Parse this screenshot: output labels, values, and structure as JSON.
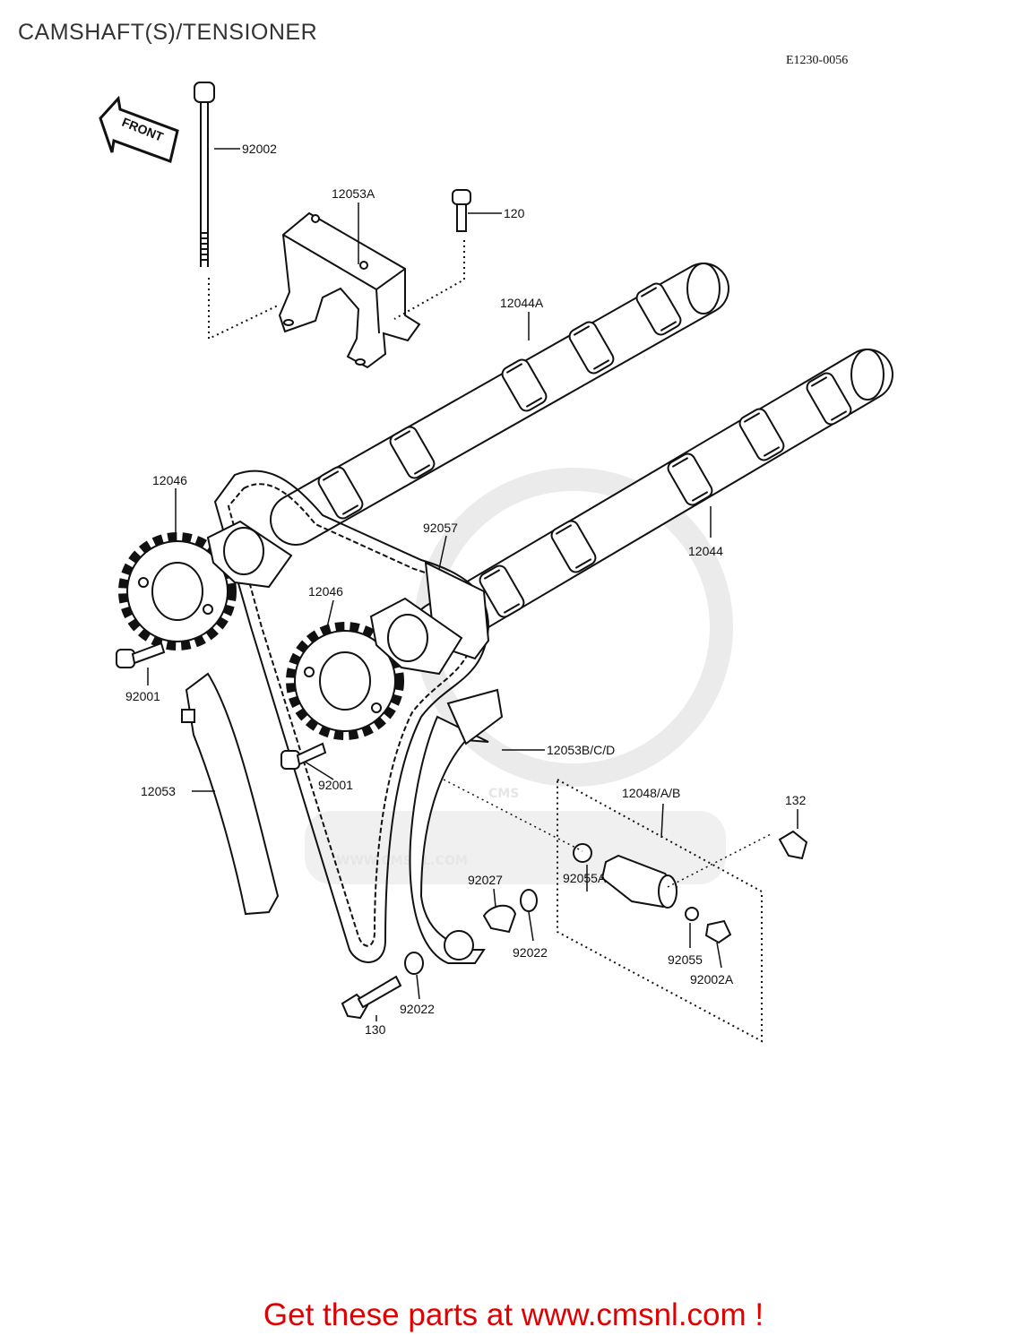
{
  "title": "CAMSHAFT(S)/TENSIONER",
  "diagram_code": "E1230-0056",
  "front_arrow": "FRONT",
  "watermark": {
    "logo_text": "CMS",
    "url_text": "WWW.CMSNL.COM"
  },
  "parts": [
    "92002",
    "12053A",
    "120",
    "12044A",
    "12046",
    "92057",
    "12044",
    "12046",
    "92001",
    "12053B/C/D",
    "12053",
    "92001",
    "12048/A/B",
    "132",
    "92027",
    "92055A",
    "92022",
    "92055",
    "92002A",
    "92022",
    "130"
  ],
  "footer": {
    "text": "Get these parts at www.cmsnl.com !"
  }
}
